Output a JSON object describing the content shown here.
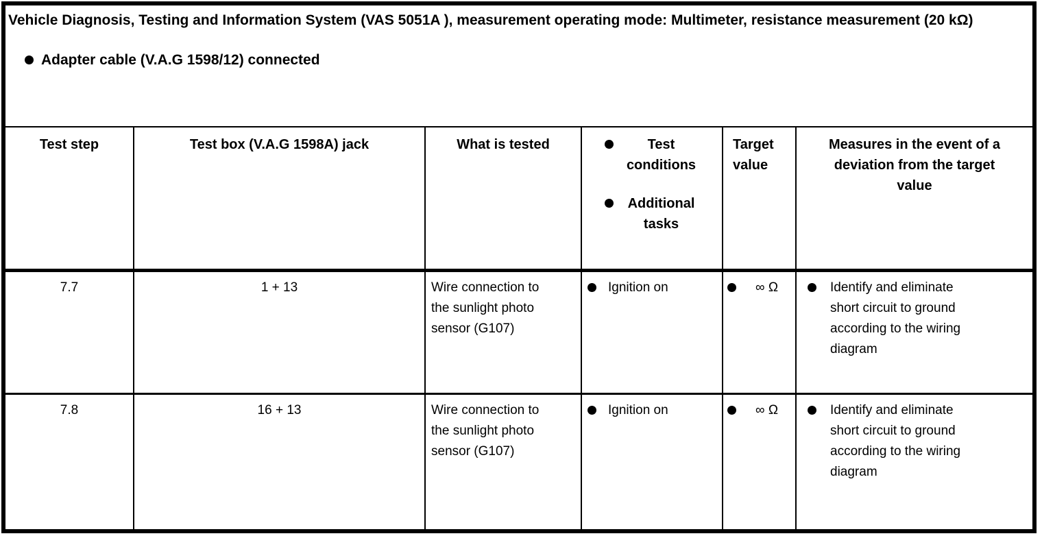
{
  "page": {
    "title": "Vehicle Diagnosis, Testing and Information System (VAS 5051A ), measurement operating mode: Multimeter, resistance measurement (20 kΩ)",
    "intro_bullet": "Adapter cable (V.A.G 1598/12) connected"
  },
  "table": {
    "headers": {
      "test_step": "Test step",
      "test_box_jack": "Test box (V.A.G 1598A) jack",
      "what_is_tested": "What is tested",
      "conditions_items": [
        "Test conditions",
        "Additional tasks"
      ],
      "target_value": "Target value",
      "measures": "Measures in the event of a deviation from the target value"
    },
    "rows": [
      {
        "test_step": "7.7",
        "test_box_jack": "1 + 13",
        "what_is_tested": "Wire connection to the sunlight photo sensor (G107)",
        "conditions": "Ignition on",
        "target_value": "∞ Ω",
        "measures": "Identify and eliminate short circuit to ground according to the wiring diagram"
      },
      {
        "test_step": "7.8",
        "test_box_jack": "16 + 13",
        "what_is_tested": "Wire connection to the sunlight photo sensor (G107)",
        "conditions": "Ignition on",
        "target_value": "∞ Ω",
        "measures": "Identify and eliminate short circuit to ground according to the wiring diagram"
      }
    ]
  }
}
